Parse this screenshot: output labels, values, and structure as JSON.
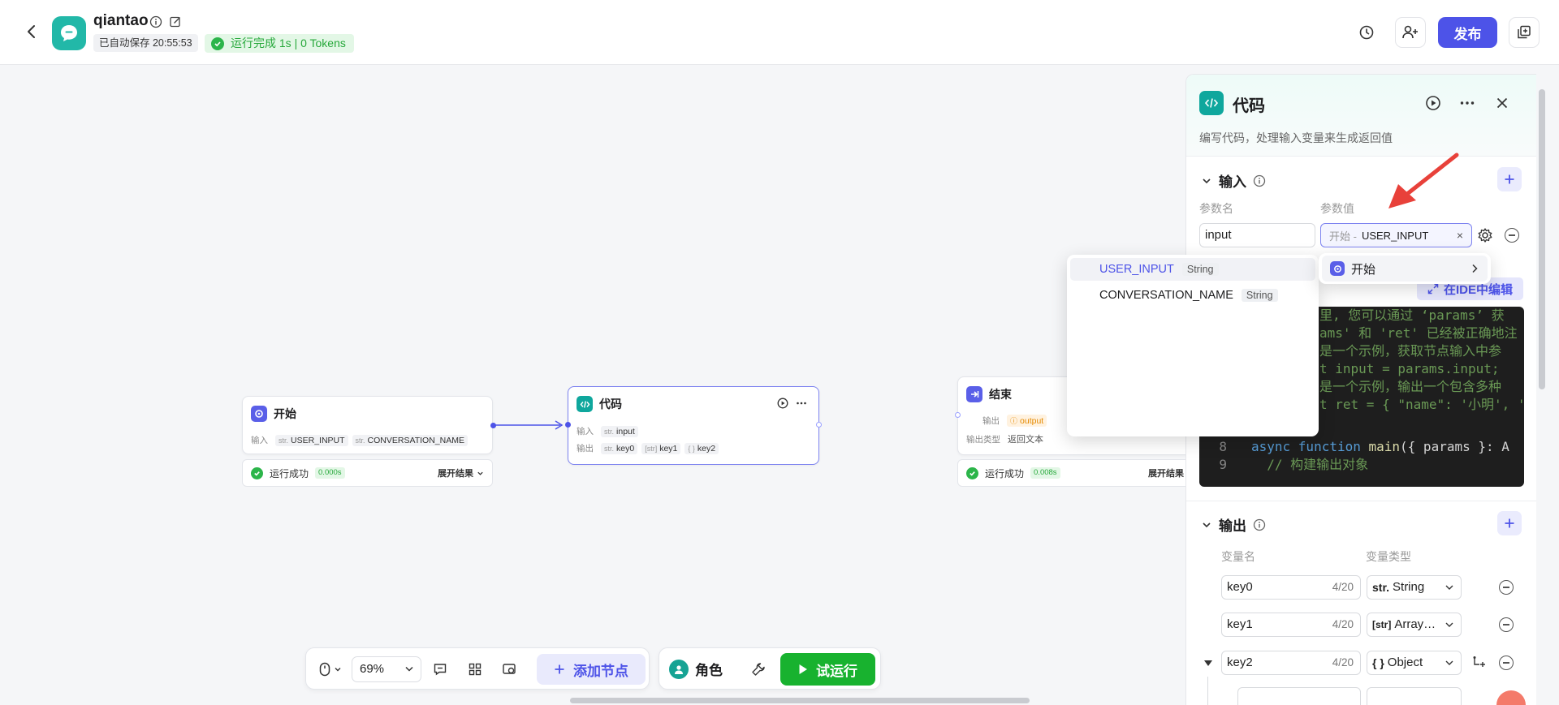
{
  "header": {
    "app_name": "qiantao",
    "autosave": "已自动保存 20:55:53",
    "run_status": "运行完成 1s | 0 Tokens",
    "publish_label": "发布"
  },
  "nodes": {
    "start": {
      "title": "开始",
      "input_label": "输入",
      "inputs": [
        {
          "type": "str.",
          "name": "USER_INPUT"
        },
        {
          "type": "str.",
          "name": "CONVERSATION_NAME"
        }
      ],
      "result": {
        "status": "运行成功",
        "time": "0.000s",
        "expand": "展开结果"
      }
    },
    "code": {
      "title": "代码",
      "input_label": "输入",
      "output_label": "输出",
      "inputs": [
        {
          "type": "str.",
          "name": "input"
        }
      ],
      "outputs": [
        {
          "type": "str.",
          "name": "key0"
        },
        {
          "type": "[str]",
          "name": "key1"
        },
        {
          "type": "{ }",
          "name": "key2"
        }
      ]
    },
    "end": {
      "title": "结束",
      "output_label": "输出",
      "output_chip": "output",
      "output_type_label": "输出类型",
      "output_type_value": "返回文本",
      "result": {
        "status": "运行成功",
        "time": "0.008s",
        "expand": "展开结果"
      }
    }
  },
  "toolbar": {
    "zoom": "69%",
    "add_node": "添加节点",
    "role": "角色",
    "try_run": "试运行"
  },
  "panel": {
    "title": "代码",
    "description": "编写代码，处理输入变量来生成返回值",
    "input_section": {
      "title": "输入",
      "col_name": "参数名",
      "col_value": "参数值",
      "param_name": "input",
      "param_ref_source": "开始 -",
      "param_ref_value": "USER_INPUT"
    },
    "ide_button": "在IDE中编辑",
    "code_lines": [
      {
        "n": "",
        "text": "里, 您可以通过 ‘params’ 获"
      },
      {
        "n": "",
        "text": "ams' 和 'ret' 已经被正确地注"
      },
      {
        "n": "",
        "text": "是一个示例，获取节点输入中参"
      },
      {
        "n": "",
        "text": "t input = params.input;"
      },
      {
        "n": "",
        "text": "是一个示例，输出一个包含多种"
      },
      {
        "n": "",
        "text": "t ret = { \"name\": '小明', '"
      },
      {
        "n": "8",
        "kw": "async function",
        "fn": "main",
        "rest": "({ params }: A"
      },
      {
        "n": "9",
        "cm": "  // 构建输出对象"
      }
    ],
    "output_section": {
      "title": "输出",
      "col_name": "变量名",
      "col_type": "变量类型",
      "rows": [
        {
          "name": "key0",
          "count": "4/20",
          "type_icon": "str.",
          "type": "String"
        },
        {
          "name": "key1",
          "count": "4/20",
          "type_icon": "[str]",
          "type": "Array…"
        },
        {
          "name": "key2",
          "count": "4/20",
          "type_icon": "{ }",
          "type": "Object"
        }
      ]
    }
  },
  "variable_dropdown": {
    "items": [
      {
        "name": "USER_INPUT",
        "type": "String"
      },
      {
        "name": "CONVERSATION_NAME",
        "type": "String"
      }
    ]
  },
  "node_dropdown": {
    "item": "开始"
  },
  "colors": {
    "brand": "#4d53e8",
    "success": "#18b22f",
    "code_node": "#0fa79d",
    "annotation_arrow": "#e8413a"
  }
}
